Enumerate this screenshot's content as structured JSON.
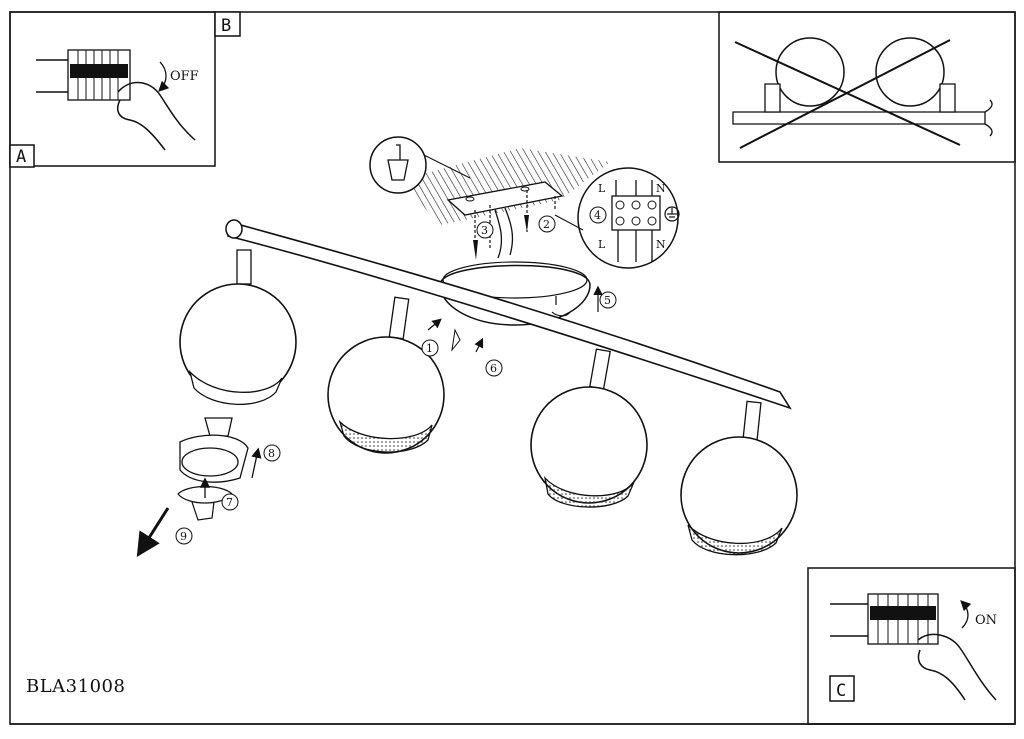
{
  "model_number": "BLA31008",
  "panels": {
    "a": {
      "label": "A"
    },
    "b": {
      "label": "B",
      "switch_state": "OFF"
    },
    "c": {
      "label": "C",
      "switch_state": "ON"
    }
  },
  "wiring": {
    "live": "L",
    "neutral": "N",
    "step": "4"
  },
  "steps": [
    "1",
    "2",
    "3",
    "5",
    "6",
    "7",
    "8",
    "9"
  ]
}
